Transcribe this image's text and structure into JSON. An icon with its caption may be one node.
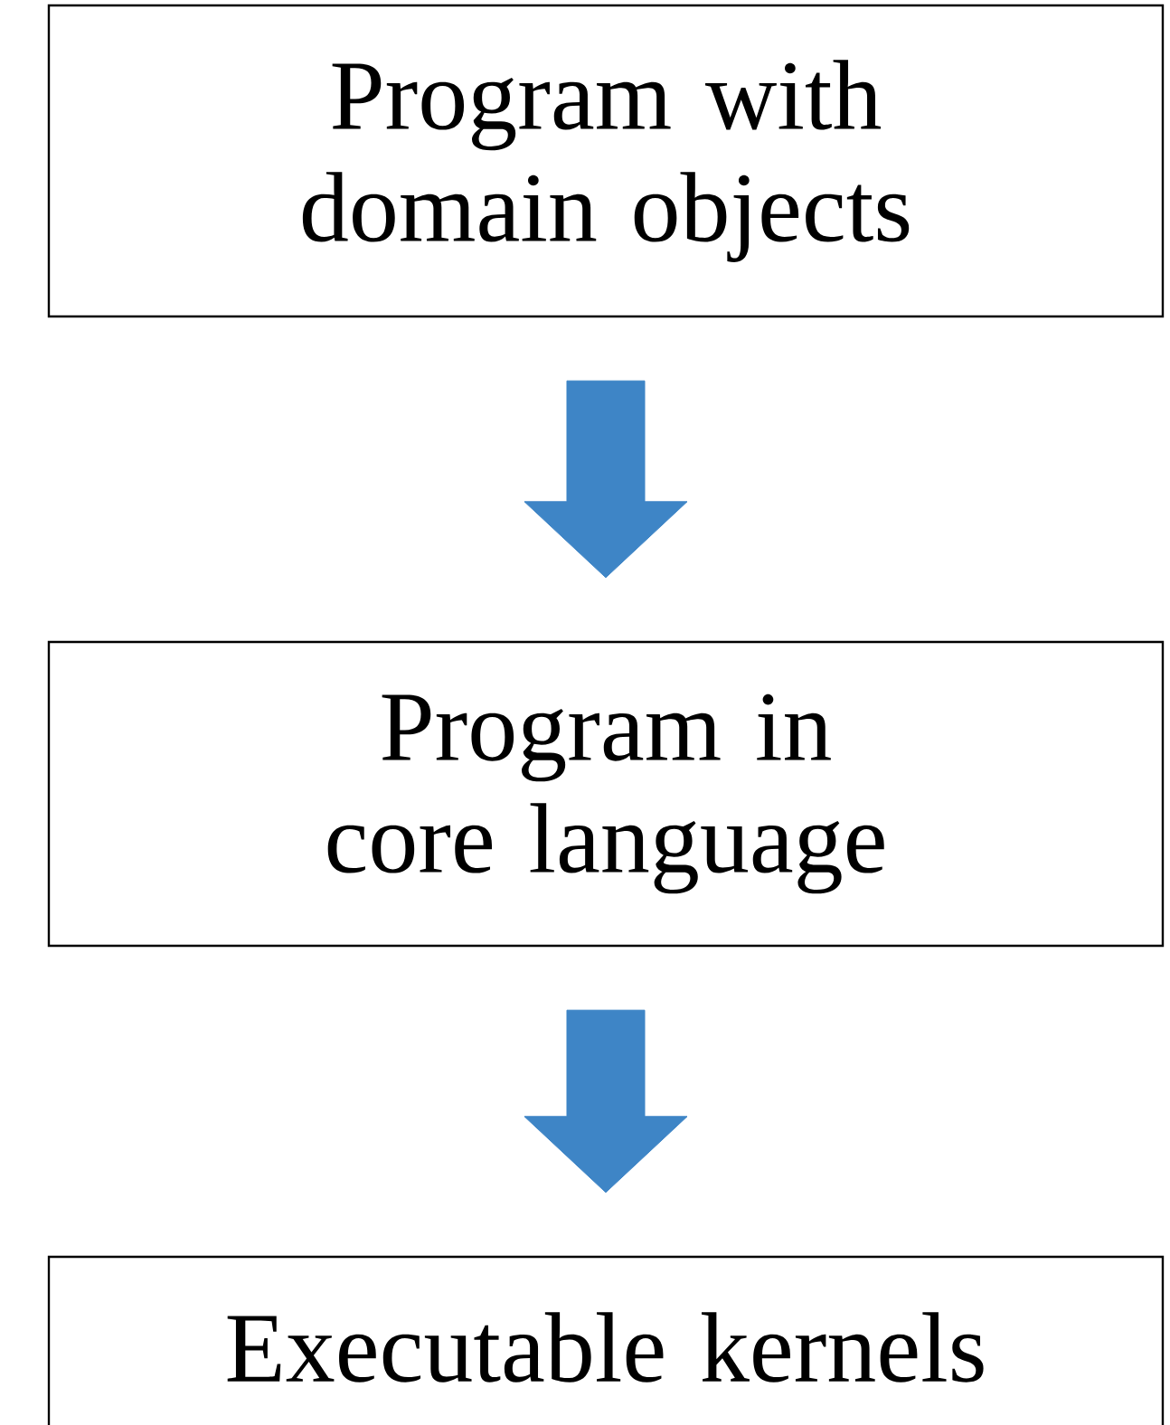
{
  "diagram": {
    "nodes": [
      {
        "text": [
          "Program with domain objects"
        ]
      },
      {
        "text": [
          "Program in core language"
        ]
      },
      {
        "text": [
          "Executable kernels"
        ]
      }
    ],
    "edges": [
      {
        "from": 0,
        "to": 1,
        "arrow": "to",
        "color": "#3e85c6"
      },
      {
        "from": 1,
        "to": 2,
        "arrow": "to",
        "color": "#3e85c6"
      }
    ]
  }
}
